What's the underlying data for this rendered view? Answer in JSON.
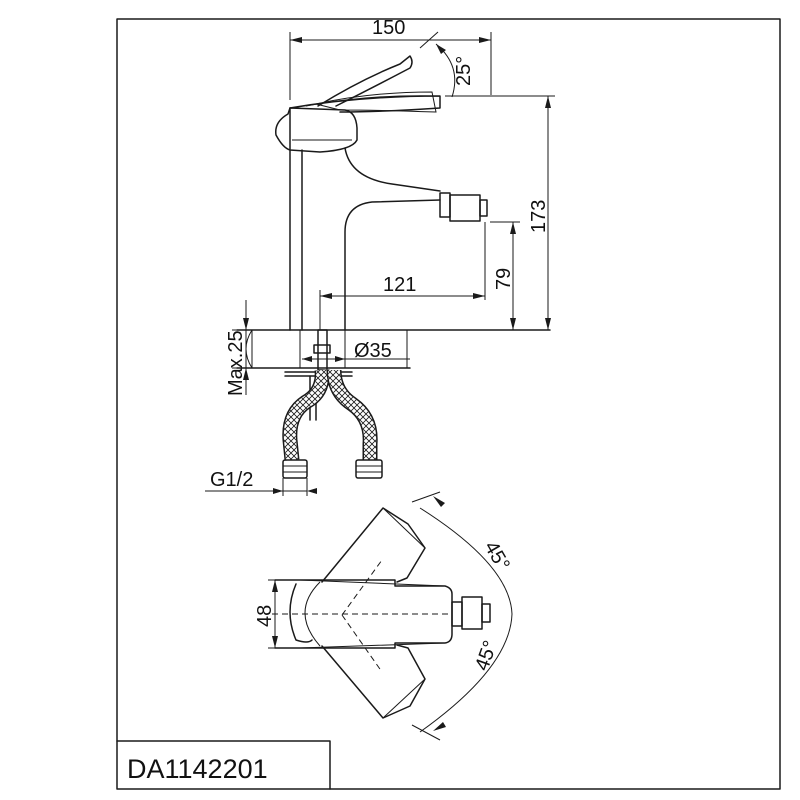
{
  "drawing": {
    "model": "DA1142201",
    "side_view": {
      "width_150": "150",
      "lever_angle": "25°",
      "height_173": "173",
      "spout_height_79": "79",
      "reach_121": "121",
      "max_deck": "Max.25",
      "hole_diameter": "Ø35",
      "thread": "G1/2"
    },
    "top_view": {
      "width_48": "48",
      "swivel_top": "45°",
      "swivel_bottom": "45°"
    }
  }
}
